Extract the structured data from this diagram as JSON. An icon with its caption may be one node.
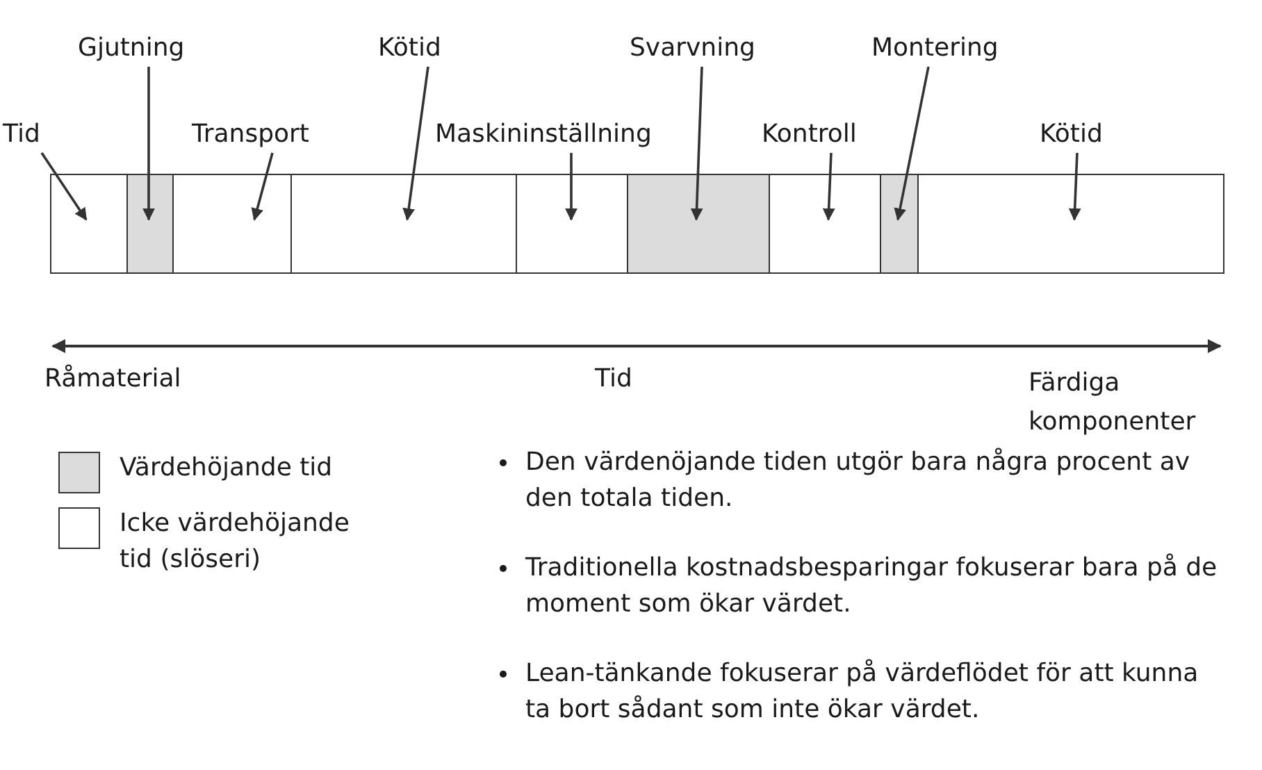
{
  "diagram": {
    "nodes": [
      {
        "text": [
          "Tid"
        ]
      },
      {
        "text": [
          "Gjutning"
        ]
      },
      {
        "text": [
          "Transport"
        ]
      },
      {
        "text": [
          "Kötid"
        ]
      },
      {
        "text": [
          "Maskininställning"
        ]
      },
      {
        "text": [
          "Svarvning"
        ]
      },
      {
        "text": [
          "Kontroll"
        ]
      },
      {
        "text": [
          "Montering"
        ]
      },
      {
        "text": [
          "Kötid"
        ]
      },
      {
        "text": [],
        "shape": "box"
      },
      {
        "text": [],
        "shape": "box"
      },
      {
        "text": [],
        "shape": "box"
      },
      {
        "text": [],
        "shape": "box"
      },
      {
        "text": [],
        "shape": "box"
      },
      {
        "text": [],
        "shape": "box"
      },
      {
        "text": [],
        "shape": "box"
      },
      {
        "text": [],
        "shape": "box"
      },
      {
        "text": [],
        "shape": "box"
      }
    ],
    "edges": [
      {
        "from": 0,
        "to": 9,
        "arrow": "to"
      },
      {
        "from": 1,
        "to": 10,
        "arrow": "to"
      },
      {
        "from": 2,
        "to": 11,
        "arrow": "to"
      },
      {
        "from": 3,
        "to": 12,
        "arrow": "to"
      },
      {
        "from": 4,
        "to": 13,
        "arrow": "to"
      },
      {
        "from": 5,
        "to": 14,
        "arrow": "to"
      },
      {
        "from": 6,
        "to": 15,
        "arrow": "to"
      },
      {
        "from": 7,
        "to": 16,
        "arrow": "to"
      },
      {
        "from": 8,
        "to": 17,
        "arrow": "to"
      }
    ],
    "labels": [
      "Råmaterial",
      "Tid",
      "Färdiga komponenter",
      "Den värdenöjande tiden utgör bara några procent av den totala tiden.",
      "Traditionella kostnadsbesparingar fokuserar bara på de moment som ökar värdet.",
      "Lean-tänkande fokuserar på värdeflödet för att kunna ta bort sådant som inte ökar värdet."
    ],
    "legend": [
      {
        "text": "Värdehöjande tid",
        "color": "#dcdcdc"
      },
      {
        "text": "Icke värdehöjande tid (slöseri)",
        "color": "#ffffff"
      }
    ]
  }
}
